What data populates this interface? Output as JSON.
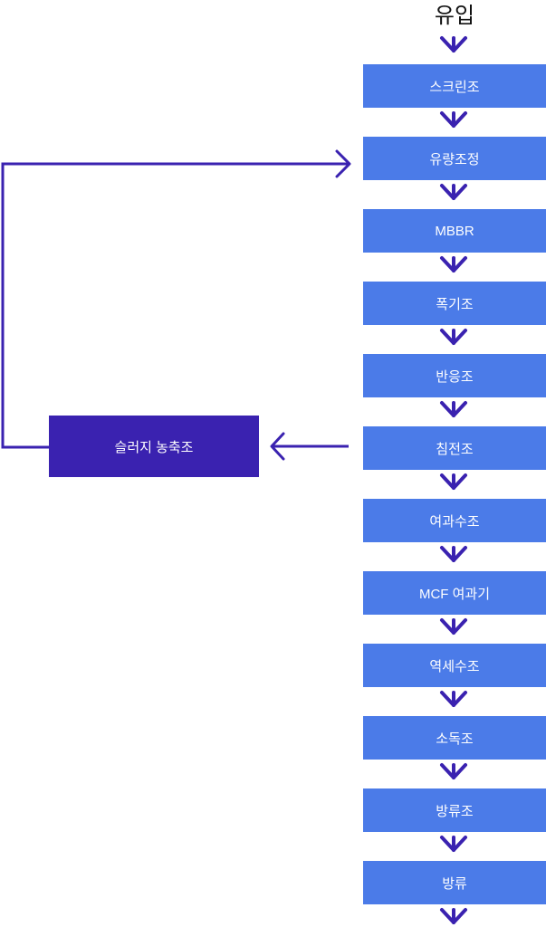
{
  "title": "유입",
  "steps": [
    "스크린조",
    "유량조정",
    "MBBR",
    "폭기조",
    "반응조",
    "침전조",
    "여과수조",
    "MCF 여과기",
    "역세수조",
    "소독조",
    "방류조",
    "방류"
  ],
  "sludge": "슬러지 농축조",
  "colors": {
    "step": "#4b7be8",
    "sludge": "#3a22b0",
    "arrow": "#3a22b0"
  }
}
